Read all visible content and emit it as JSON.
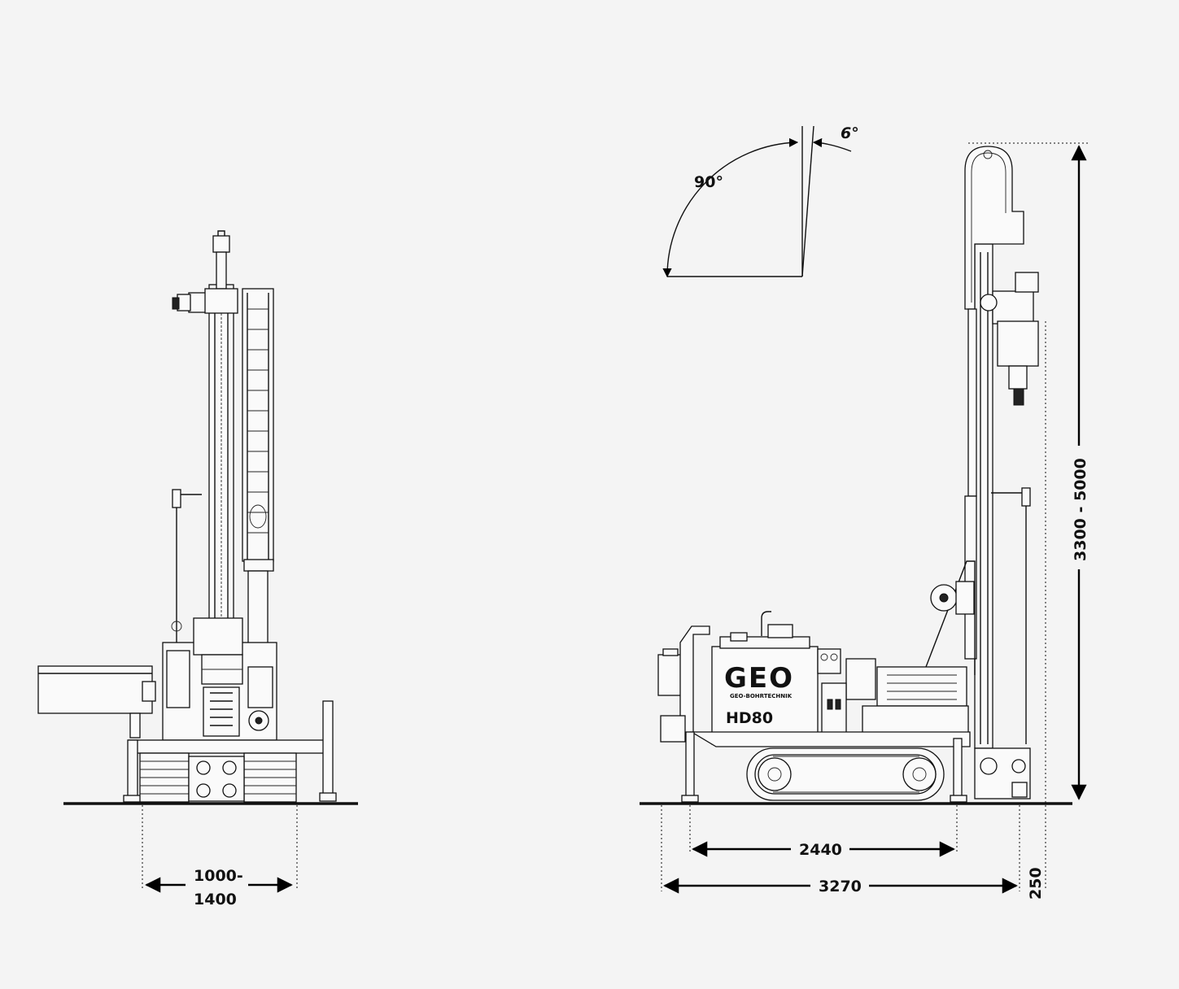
{
  "colors": {
    "background": "#f4f4f4",
    "ink": "#111111"
  },
  "front_view": {
    "track_gauge_label_line1": "1000-",
    "track_gauge_label_line2": "1400"
  },
  "side_view": {
    "angle_vertical_label": "90°",
    "angle_tilt_label": "6°",
    "logo_text": "GEO",
    "logo_subtitle": "GEO-BOHRTECHNIK",
    "model_label": "HD80",
    "dim_track_length": "2440",
    "dim_overall_length": "3270",
    "dim_offset": "250",
    "dim_mast_height": "3300 - 5000"
  }
}
